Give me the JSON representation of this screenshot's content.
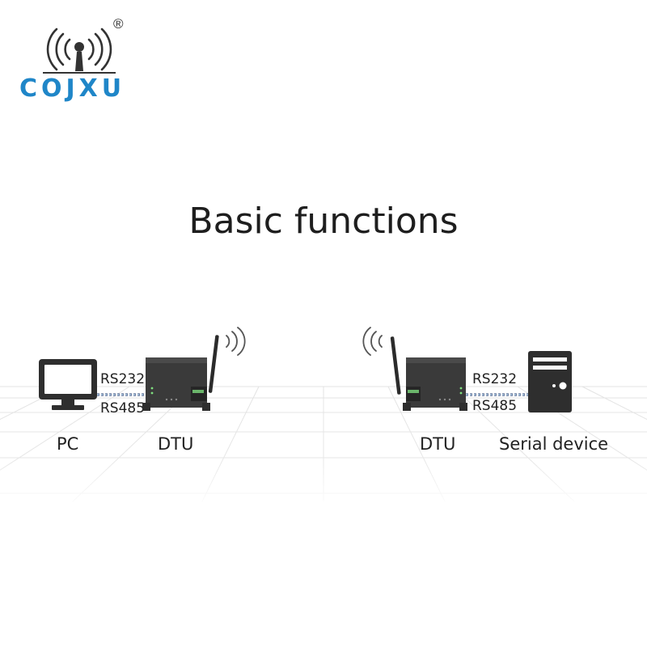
{
  "logo": {
    "text": "COJXU",
    "registered_mark": "®",
    "color": "#1f86c8",
    "icon": "antenna-signal-icon"
  },
  "title": "Basic functions",
  "left_link": {
    "device_label": "PC",
    "dtu_label": "DTU",
    "port_top": "RS232",
    "port_bottom": "RS485"
  },
  "right_link": {
    "device_label": "Serial device",
    "dtu_label": "DTU",
    "port_top": "RS232",
    "port_bottom": "RS485"
  },
  "icons": [
    "pc-monitor-icon",
    "dtu-router-icon",
    "wireless-waves-icon",
    "serial-server-icon"
  ]
}
